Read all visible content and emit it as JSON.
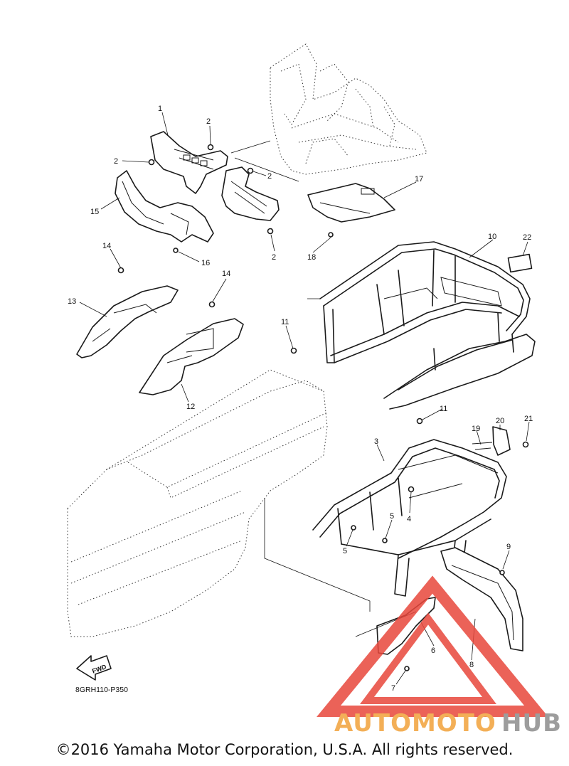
{
  "diagram": {
    "callouts": [
      {
        "id": "c1",
        "label": "1"
      },
      {
        "id": "c2a",
        "label": "2"
      },
      {
        "id": "c2b",
        "label": "2"
      },
      {
        "id": "c2c",
        "label": "2"
      },
      {
        "id": "c2d",
        "label": "2"
      },
      {
        "id": "c3",
        "label": "3"
      },
      {
        "id": "c4",
        "label": "4"
      },
      {
        "id": "c5a",
        "label": "5"
      },
      {
        "id": "c5b",
        "label": "5"
      },
      {
        "id": "c6",
        "label": "6"
      },
      {
        "id": "c7",
        "label": "7"
      },
      {
        "id": "c8",
        "label": "8"
      },
      {
        "id": "c9",
        "label": "9"
      },
      {
        "id": "c10",
        "label": "10"
      },
      {
        "id": "c11a",
        "label": "11"
      },
      {
        "id": "c11b",
        "label": "11"
      },
      {
        "id": "c12",
        "label": "12"
      },
      {
        "id": "c13",
        "label": "13"
      },
      {
        "id": "c14a",
        "label": "14"
      },
      {
        "id": "c14b",
        "label": "14"
      },
      {
        "id": "c15",
        "label": "15"
      },
      {
        "id": "c16",
        "label": "16"
      },
      {
        "id": "c17",
        "label": "17"
      },
      {
        "id": "c18",
        "label": "18"
      },
      {
        "id": "c19",
        "label": "19"
      },
      {
        "id": "c20",
        "label": "20"
      },
      {
        "id": "c21",
        "label": "21"
      },
      {
        "id": "c22",
        "label": "22"
      }
    ],
    "fwd_label": "FWD",
    "diagram_code": "8GRH110-P350"
  },
  "watermark": {
    "word_a": "AUTOMOTO",
    "word_b": "HUB",
    "color_a": "#f2a23a",
    "color_b": "#8c8c8c",
    "triangle_color": "#e8473c"
  },
  "footer": {
    "copyright": "©2016 Yamaha Motor Corporation, U.S.A. All rights reserved."
  }
}
